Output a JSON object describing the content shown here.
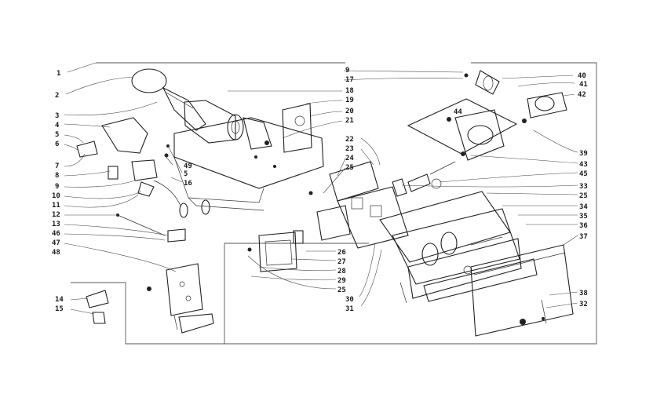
{
  "diagram": {
    "labels_left": [
      "1",
      "2",
      "3",
      "4",
      "5",
      "6",
      "7",
      "8",
      "9",
      "10",
      "11",
      "12",
      "13",
      "46",
      "47",
      "48",
      "14",
      "15"
    ],
    "labels_left_mid": [
      "49",
      "5",
      "16"
    ],
    "labels_center_top": [
      "9",
      "17",
      "18",
      "19",
      "20",
      "21"
    ],
    "labels_center": [
      "22",
      "23",
      "24",
      "25",
      "26",
      "27",
      "28",
      "29",
      "25",
      "30",
      "31"
    ],
    "labels_right_top": [
      "40",
      "41",
      "42",
      "44",
      "39",
      "43",
      "45"
    ],
    "labels_right": [
      "33",
      "25",
      "34",
      "35",
      "36",
      "37",
      "38",
      "32"
    ]
  }
}
